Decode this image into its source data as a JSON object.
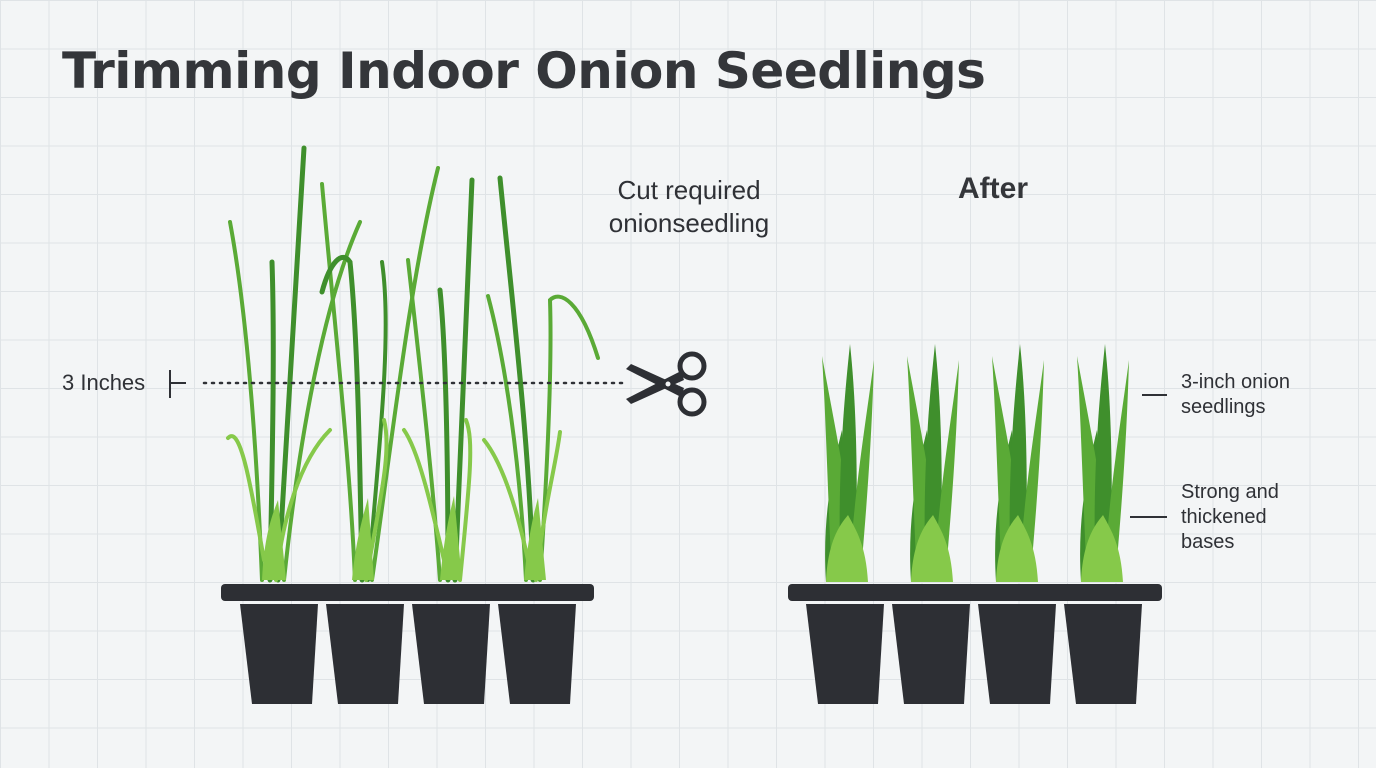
{
  "title": "Trimming Indoor Onion Seedlings",
  "cut_label": {
    "line1": "Cut required",
    "line2": "onionseedling"
  },
  "after_label": "After",
  "measure_label": "3 Inches",
  "callouts": {
    "seedlings": {
      "line1": "3-inch onion",
      "line2": "seedlings"
    },
    "bases": {
      "line1": "Strong and",
      "line2": "thickened",
      "line3": "bases"
    }
  },
  "colors": {
    "background": "#f3f5f6",
    "grid": "#dfe3e6",
    "text": "#2f3136",
    "tray": "#2d2f34",
    "leaf_dark": "#3f8f2c",
    "leaf_mid": "#5aaa36",
    "leaf_light": "#86c94a"
  },
  "icons": {
    "cut_tool": "scissors-icon"
  }
}
